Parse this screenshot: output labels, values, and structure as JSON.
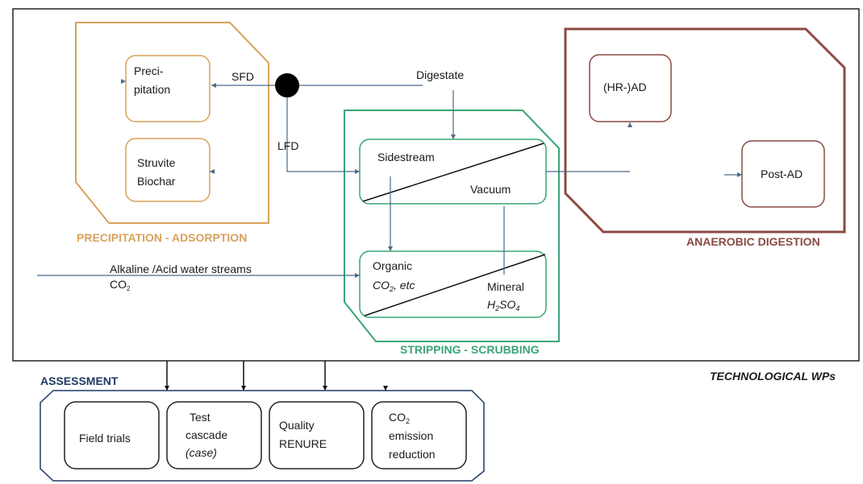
{
  "diagram": {
    "precipitation": {
      "title": "PRECIPITATION - ADSORPTION",
      "color": "#d8a25c",
      "boxes": {
        "precipitation": [
          "Preci-",
          "pitation"
        ],
        "struvite": [
          "Struvite",
          "Biochar"
        ]
      }
    },
    "stripping": {
      "title": "STRIPPING - SCRUBBING",
      "color": "#3aa574",
      "sidestream": "Sidestream",
      "vacuum": "Vacuum",
      "organic": "Organic",
      "co2_etc": {
        "base": "CO",
        "sub": "2",
        "rest": ", etc"
      },
      "mineral": "Mineral",
      "h2so4": {
        "a": "H",
        "s1": "2",
        "b": "SO",
        "s2": "4"
      }
    },
    "anaerobic": {
      "title": "ANAEROBIC DIGESTION",
      "color": "#8b4a44",
      "hr_ad": "(HR-)AD",
      "post_ad": "Post-AD"
    },
    "flows": {
      "digestate": "Digestate",
      "sfd": "SFD",
      "lfd": "LFD",
      "alkaline": "Alkaline /Acid water streams",
      "co2": {
        "base": "CO",
        "sub": "2"
      }
    },
    "technological_wps": "TECHNOLOGICAL WPs",
    "assessment": {
      "title": "ASSESSMENT",
      "color": "#1f3a66",
      "field_trials": "Field trials",
      "test_cascade": [
        "Test",
        "cascade",
        "(case)"
      ],
      "quality": [
        "Quality",
        "RENURE"
      ],
      "co2_emission": {
        "base": "CO",
        "sub": "2",
        "lines": [
          "emission",
          "reduction"
        ]
      }
    },
    "colors": {
      "arrow": "#4a6b8a",
      "frame": "#222222",
      "box_border": "#555555"
    }
  }
}
